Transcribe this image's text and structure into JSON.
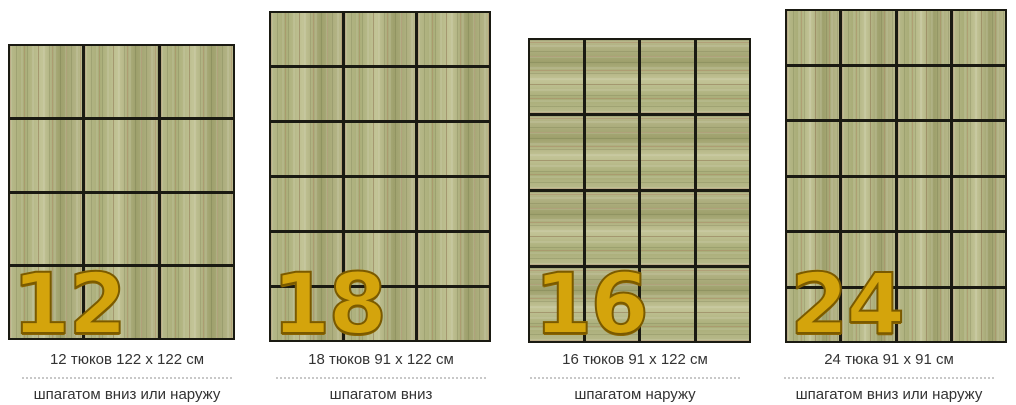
{
  "panels": [
    {
      "number": "12",
      "caption": "12 тюков 122 x 122 см",
      "subcaption": "шпагатом вниз или наружу"
    },
    {
      "number": "18",
      "caption": "18 тюков 91 x 122 см",
      "subcaption": "шпагатом вниз"
    },
    {
      "number": "16",
      "caption": "16 тюков 91 x 122 см",
      "subcaption": "шпагатом наружу"
    },
    {
      "number": "24",
      "caption": "24 тюка 91 x 91 см",
      "subcaption": "шпагатом вниз или наружу"
    }
  ],
  "colors": {
    "number_fill": "#d4a40c",
    "grid_line": "#1a1a12",
    "bale": "#b7b98a"
  }
}
